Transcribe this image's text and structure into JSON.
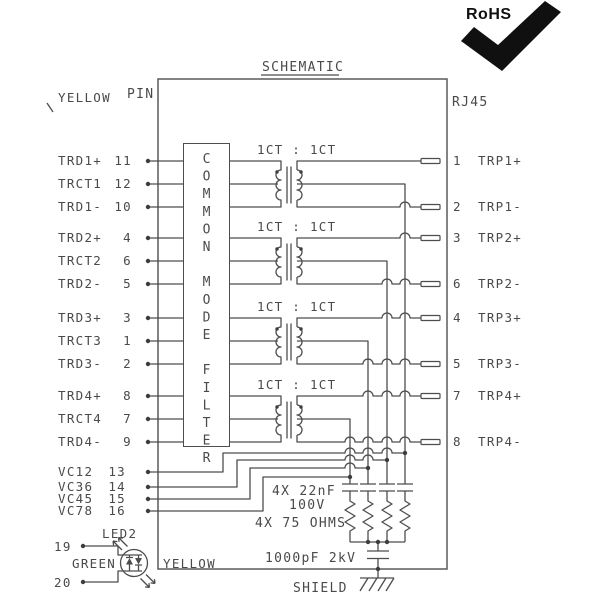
{
  "title": "SCHEMATIC",
  "rohs_label": "RoHS",
  "headers": {
    "yellow": "YELLOW",
    "pin": "PIN",
    "rj45": "RJ45"
  },
  "cmf_label": "COMMON MODE FILTER",
  "transformer_ratio": "1CT : 1CT",
  "left_pins": [
    {
      "name": "TRD1+",
      "num": "11"
    },
    {
      "name": "TRCT1",
      "num": "12"
    },
    {
      "name": "TRD1-",
      "num": "10"
    },
    {
      "name": "TRD2+",
      "num": "4"
    },
    {
      "name": "TRCT2",
      "num": "6"
    },
    {
      "name": "TRD2-",
      "num": "5"
    },
    {
      "name": "TRD3+",
      "num": "3"
    },
    {
      "name": "TRCT3",
      "num": "1"
    },
    {
      "name": "TRD3-",
      "num": "2"
    },
    {
      "name": "TRD4+",
      "num": "8"
    },
    {
      "name": "TRCT4",
      "num": "7"
    },
    {
      "name": "TRD4-",
      "num": "9"
    },
    {
      "name": "VC12",
      "num": "13"
    },
    {
      "name": "VC36",
      "num": "14"
    },
    {
      "name": "VC45",
      "num": "15"
    },
    {
      "name": "VC78",
      "num": "16"
    }
  ],
  "right_pins": [
    {
      "num": "1",
      "name": "TRP1+"
    },
    {
      "num": "2",
      "name": "TRP1-"
    },
    {
      "num": "3",
      "name": "TRP2+"
    },
    {
      "num": "6",
      "name": "TRP2-"
    },
    {
      "num": "4",
      "name": "TRP3+"
    },
    {
      "num": "5",
      "name": "TRP3-"
    },
    {
      "num": "7",
      "name": "TRP4+"
    },
    {
      "num": "8",
      "name": "TRP4-"
    }
  ],
  "annotations": {
    "cap_array": "4X 22nF",
    "cap_voltage": "100V",
    "resistor_array": "4X 75 OHMS",
    "hv_cap": "1000pF 2kV",
    "shield": "SHIELD"
  },
  "led": {
    "label": "LED2",
    "pin_top": "19",
    "pin_bottom": "20",
    "green": "GREEN",
    "yellow": "YELLOW"
  },
  "colors": {
    "line": "#4d4d4d",
    "text": "#4a4a4a",
    "logo": "#101010",
    "background": "#ffffff"
  }
}
